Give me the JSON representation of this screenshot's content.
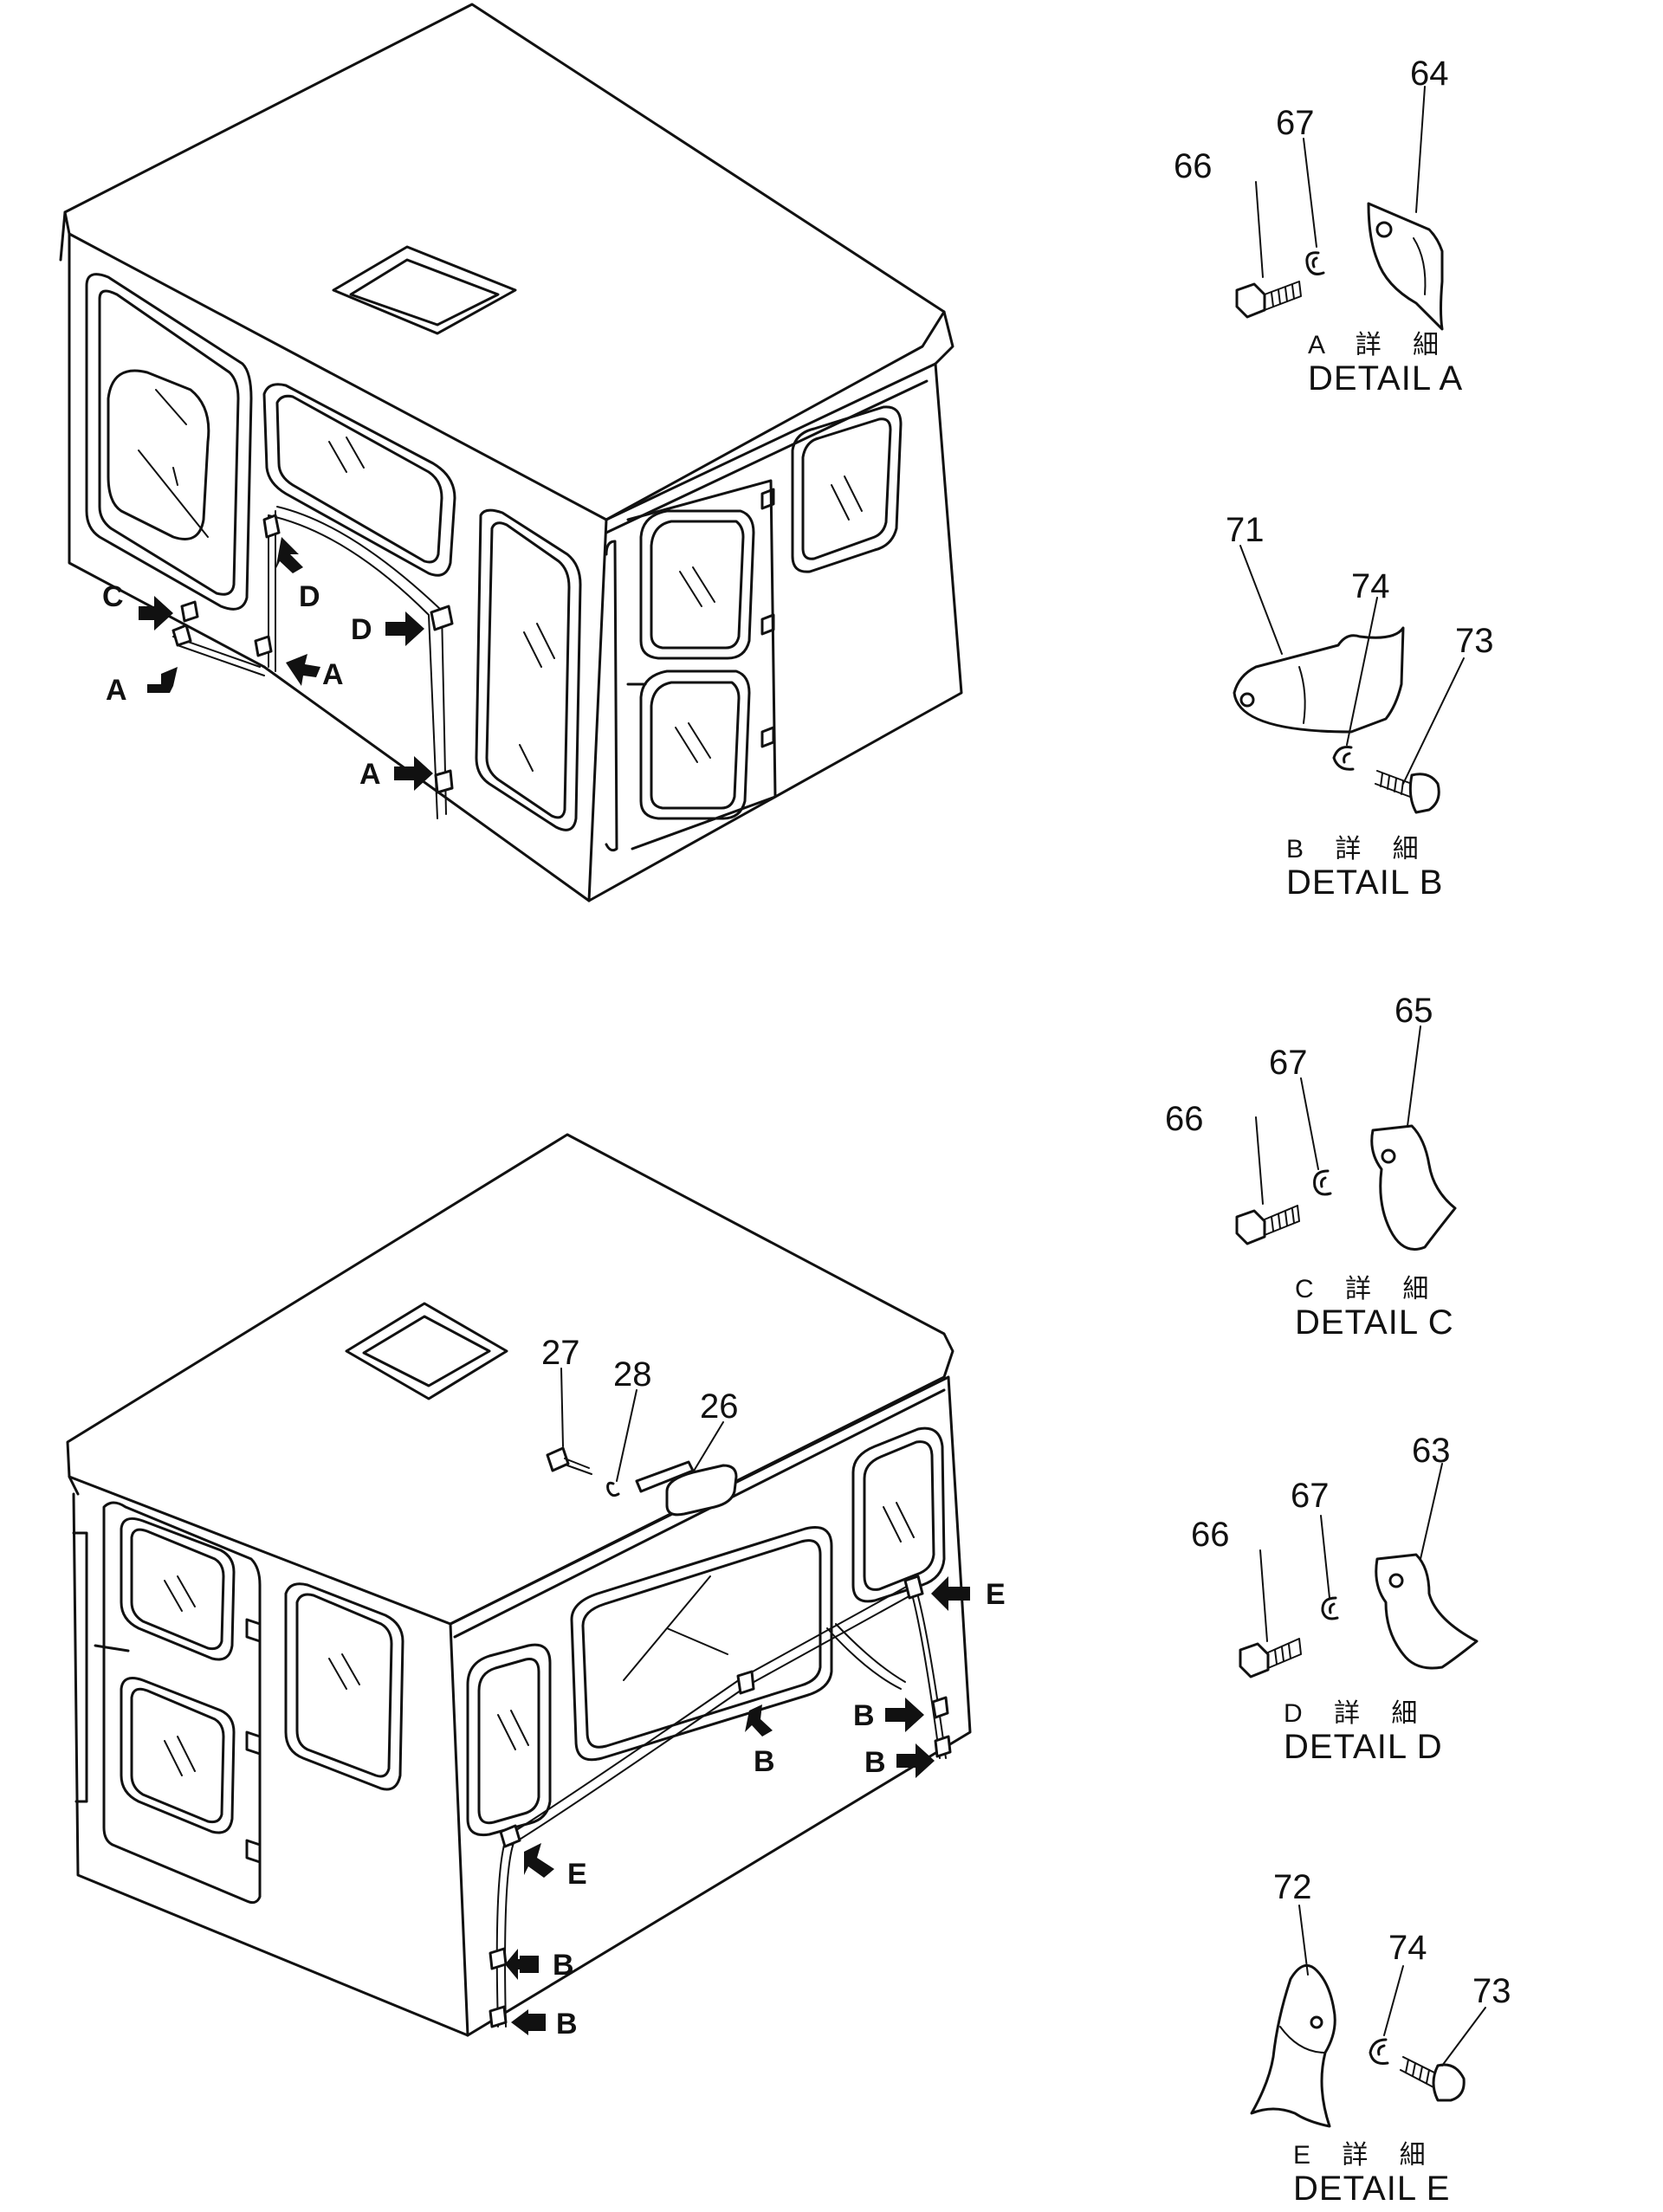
{
  "callouts": {
    "n64a": "64",
    "n67a": "67",
    "n66a": "66",
    "n71": "71",
    "n74b": "74",
    "n73b": "73",
    "n65": "65",
    "n67c": "67",
    "n66c": "66",
    "n63": "63",
    "n67d": "67",
    "n66d": "66",
    "n72": "72",
    "n74e": "74",
    "n73e": "73",
    "n27": "27",
    "n28": "28",
    "n26": "26"
  },
  "details": {
    "a": {
      "jp": "A 詳 細",
      "label": "DETAIL A"
    },
    "b": {
      "jp": "B 詳 細",
      "label": "DETAIL B"
    },
    "c": {
      "jp": "C 詳 細",
      "label": "DETAIL C"
    },
    "d": {
      "jp": "D 詳 細",
      "label": "DETAIL D"
    },
    "e": {
      "jp": "E 詳 細",
      "label": "DETAIL E"
    }
  },
  "arrows_top": {
    "c": "C",
    "a1": "A",
    "a2": "A",
    "d1": "D",
    "d2": "D",
    "a3": "A"
  },
  "arrows_bottom": {
    "e1": "E",
    "b1": "B",
    "b2": "B",
    "b3": "B",
    "e2": "E",
    "b4": "B",
    "b5": "B"
  }
}
